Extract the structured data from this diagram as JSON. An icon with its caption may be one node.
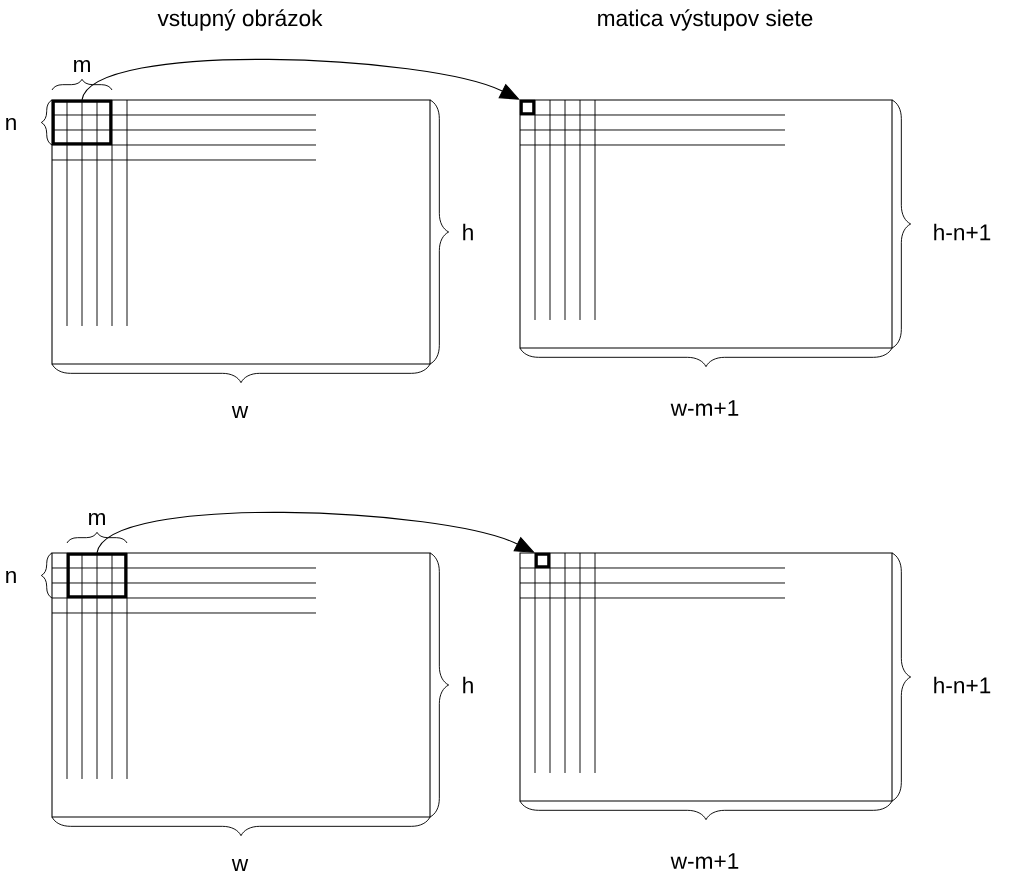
{
  "diagram": {
    "nodes": [
      {
        "text": [],
        "shape": "box"
      },
      {
        "text": [],
        "shape": "box"
      },
      {
        "text": [],
        "shape": "box"
      },
      {
        "text": [],
        "shape": "box"
      }
    ],
    "edges": [
      {
        "from": 0,
        "to": 1,
        "arrow": "to"
      },
      {
        "from": 2,
        "to": 3,
        "arrow": "to"
      }
    ],
    "labels": [
      "vstupný obrázok",
      "matica výstupov siete",
      "m",
      "n",
      "h",
      "h-n+1",
      "w",
      "w-m+1",
      "m",
      "n",
      "h",
      "h-n+1",
      "w",
      "w-m+1"
    ]
  }
}
